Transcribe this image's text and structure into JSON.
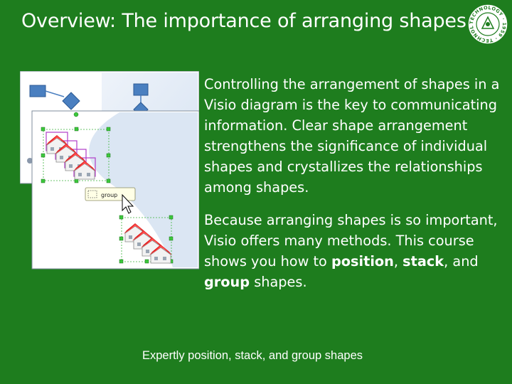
{
  "slide": {
    "title": "Overview: The importance of arranging shapes",
    "seal_text": "TECHNOLOGY 1959",
    "paragraph1": "Controlling the arrangement of shapes in a Visio diagram is the key to communicating information. Clear shape arrangement strengthens the significance of individual shapes and crystallizes the relationships among shapes.",
    "paragraph2": {
      "intro": "Because arranging shapes is so important, Visio offers many methods. This course shows you how to ",
      "word1": "position",
      "sep1": ", ",
      "word2": "stack",
      "sep2": ", and ",
      "word3": "group",
      "outro": " shapes."
    },
    "caption": "Expertly position, stack, and group shapes"
  },
  "illustration": {
    "tooltip_label": "group",
    "colors": {
      "slide_bg": "#1e7d1e",
      "house_roof": "#e02020",
      "selection_handle": "#3cc83c",
      "flow_shape": "#4a7fc0"
    },
    "icons": [
      "group-icon",
      "mouse-pointer-icon",
      "flowchart-square-icon",
      "flowchart-diamond-icon"
    ]
  }
}
